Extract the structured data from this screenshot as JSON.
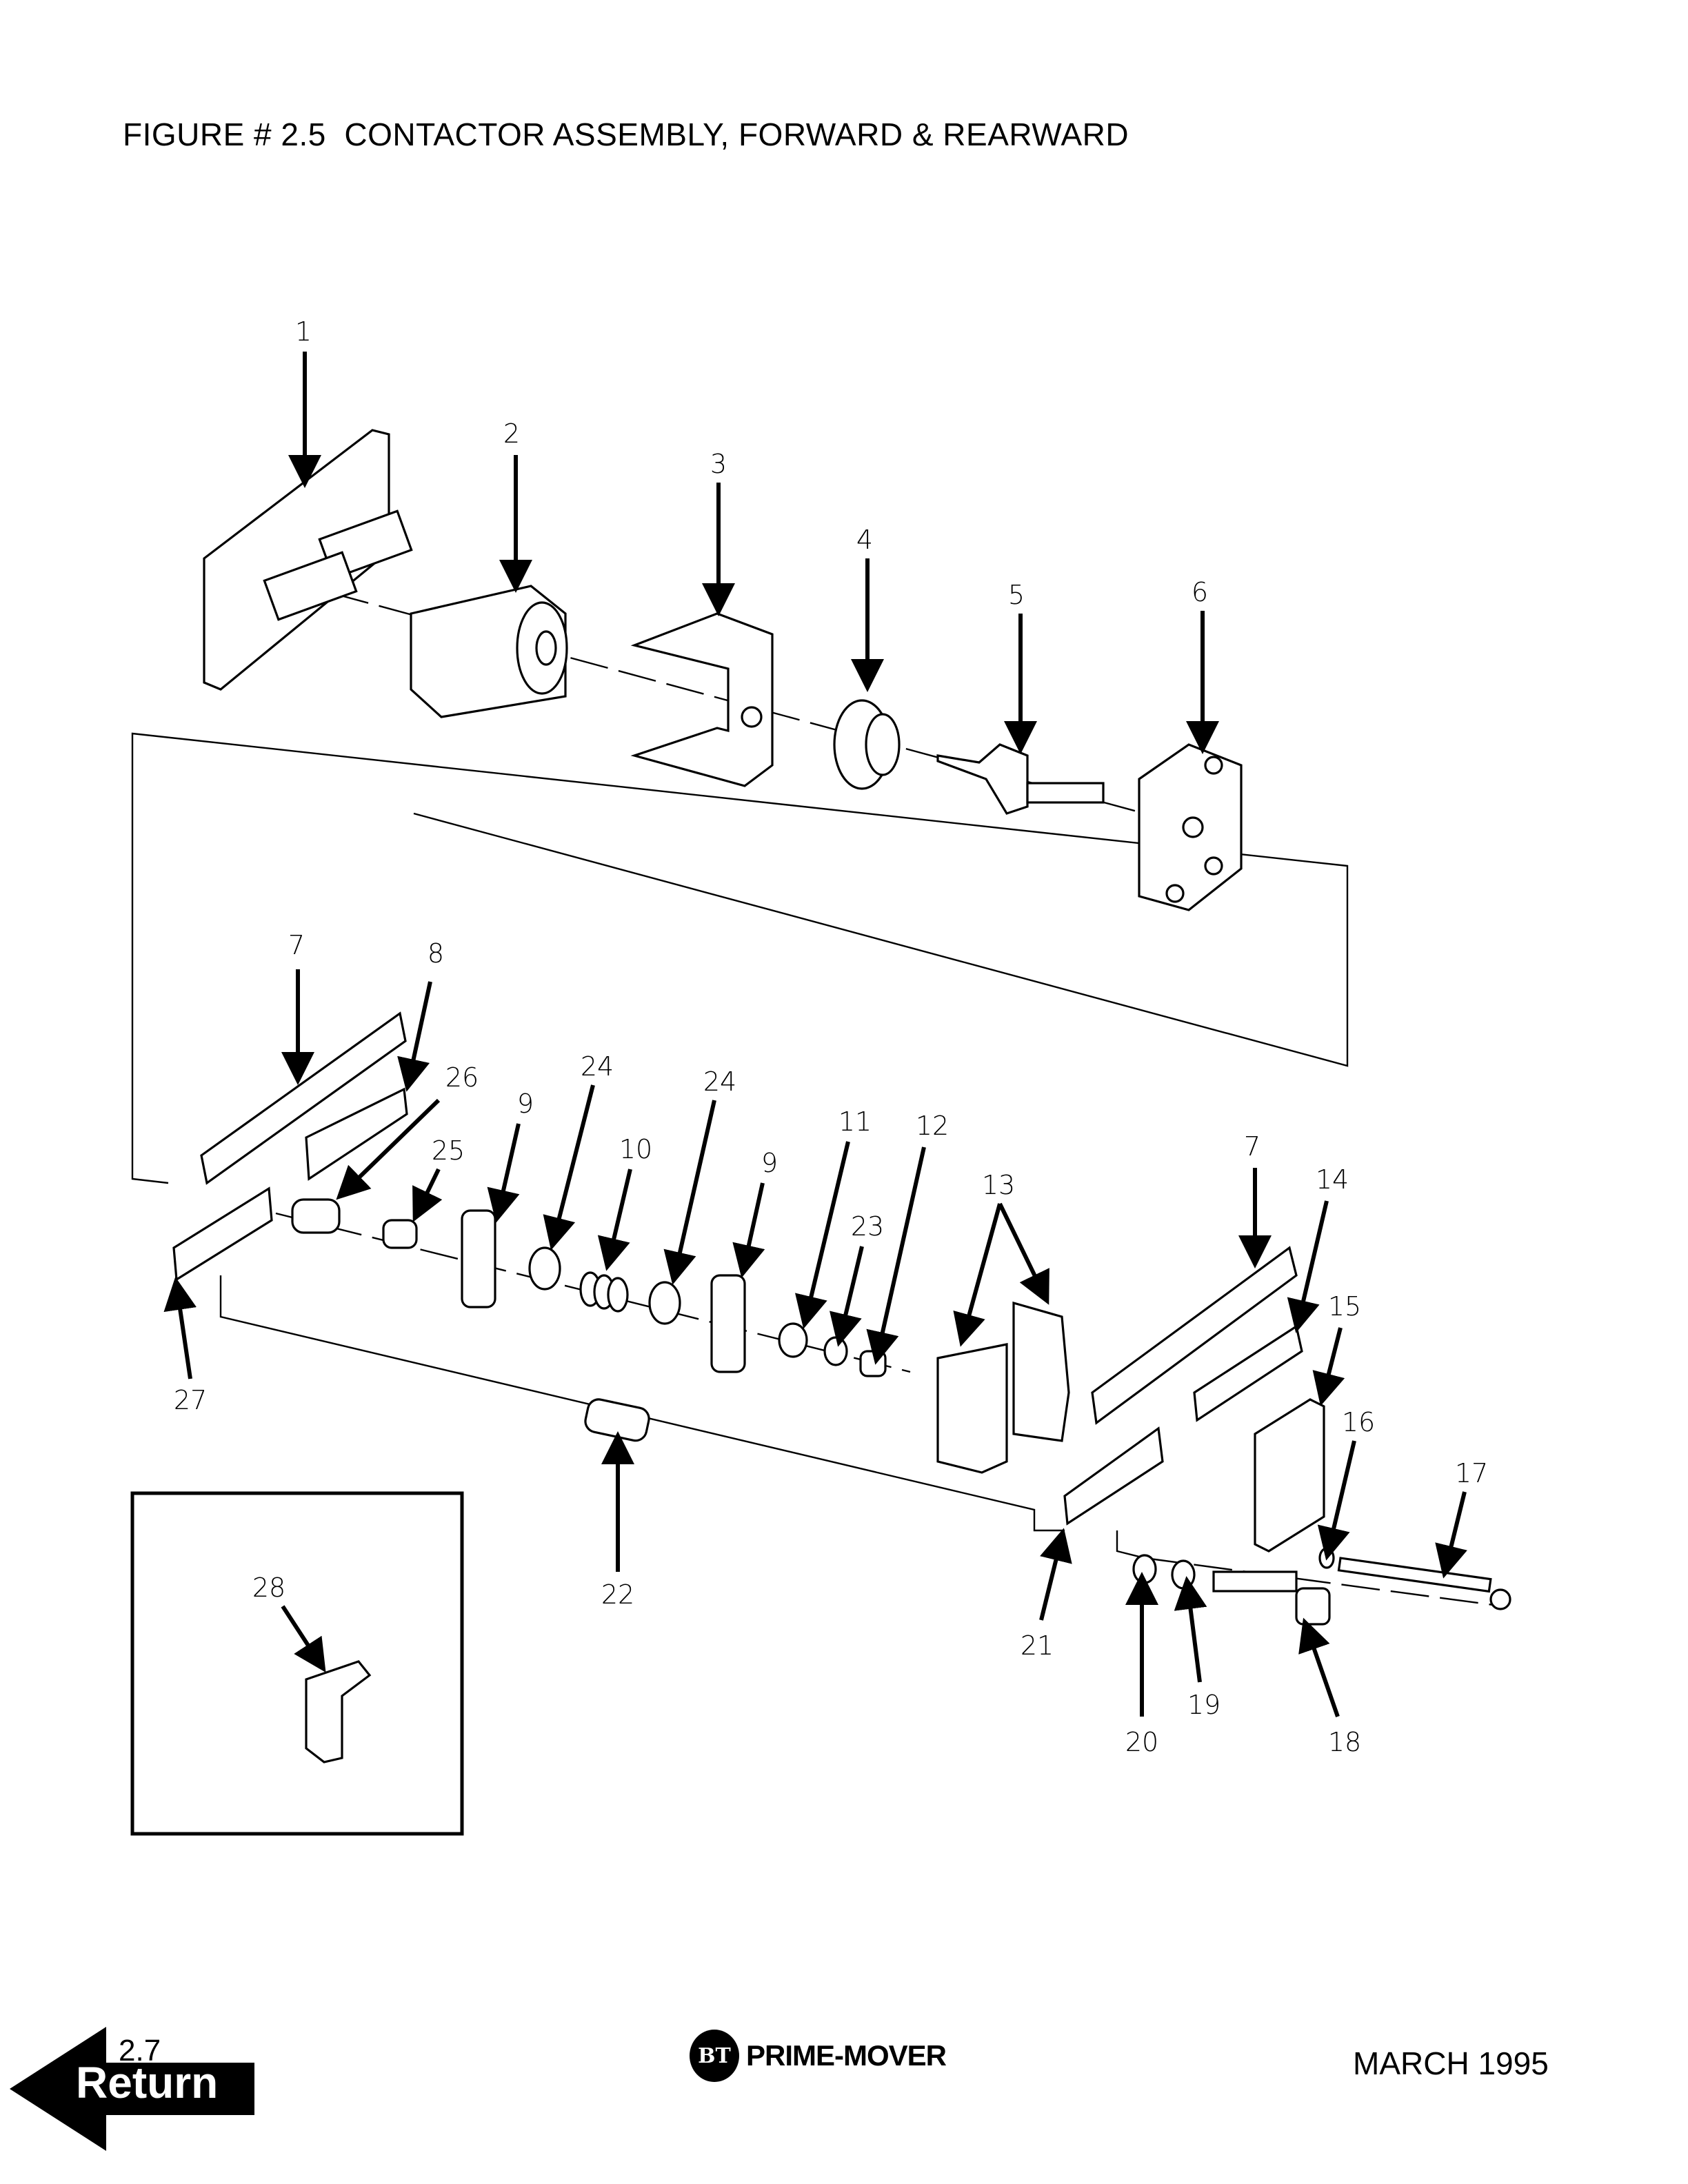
{
  "title": "FIGURE # 2.5  CONTACTOR ASSEMBLY, FORWARD & REARWARD",
  "callouts": [
    "1",
    "2",
    "3",
    "4",
    "5",
    "6",
    "7",
    "8",
    "26",
    "25",
    "9",
    "24",
    "10",
    "24",
    "9",
    "11",
    "12",
    "13",
    "23",
    "7",
    "14",
    "15",
    "16",
    "17",
    "27",
    "22",
    "21",
    "20",
    "19",
    "18",
    "28"
  ],
  "footer": {
    "page_number": "2.7",
    "return_label": "Return",
    "return_icon": "left-arrow-icon",
    "logo_badge": "BT",
    "brand": "PRIME-MOVER",
    "date": "MARCH 1995"
  }
}
